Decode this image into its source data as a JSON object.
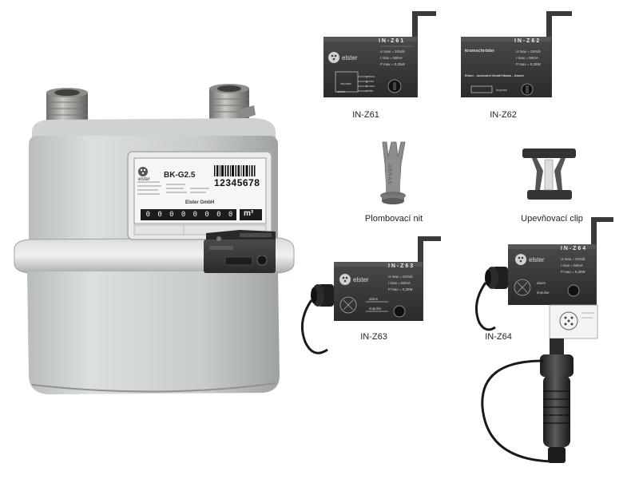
{
  "meter": {
    "brand": "elster",
    "model": "BK-G2.5",
    "serial": "12345678",
    "maker": "Elster GmbH",
    "digits": [
      "0",
      "0",
      "0",
      "0",
      "0",
      "0",
      "0",
      "0"
    ],
    "unit": "m³"
  },
  "modules": [
    {
      "id": "z61",
      "caption": "IN-Z61",
      "title": "I N - Z 6 1",
      "brand": "elster",
      "spec1": "U max = 24Vdc",
      "spec2": "I max = 50mA",
      "spec3": "P max = 0,25W",
      "wires": [
        "impulse",
        "alarm",
        "yellow",
        "green",
        "brown",
        "white"
      ]
    },
    {
      "id": "z62",
      "caption": "IN-Z62",
      "title": "I N - Z 6 2",
      "brand": "kromschröder",
      "spec1": "U max = 24Vdc",
      "spec2": "I max = 50mA",
      "spec3": "P max = 0,25W",
      "footer": "Elster - Instromet GmbH Mainz - Kastel",
      "impulse": "Impulse"
    },
    {
      "id": "z63",
      "caption": "IN-Z63",
      "title": "I N - Z 6 3",
      "brand": "elster",
      "spec1": "U max = 24Vdc",
      "spec2": "I max = 50mA",
      "spec3": "P max = 0,25W",
      "wires": [
        "alarm",
        "impulse"
      ]
    },
    {
      "id": "z64",
      "caption": "IN-Z64",
      "title": "I N - Z 6 4",
      "brand": "elster",
      "spec1": "U max = 24Vdc",
      "spec2": "I max = 50mA",
      "spec3": "P max = 0,25W",
      "wires": [
        "alarm",
        "impulse"
      ]
    }
  ],
  "accessories": {
    "seal_caption": "Plombovací nit",
    "seal_letters": "ABRAS",
    "clip_caption": "Upevňovací clip"
  },
  "colors": {
    "meter_body": "#c7cacb",
    "module_body": "#3c3c3e",
    "background": "#ffffff"
  }
}
